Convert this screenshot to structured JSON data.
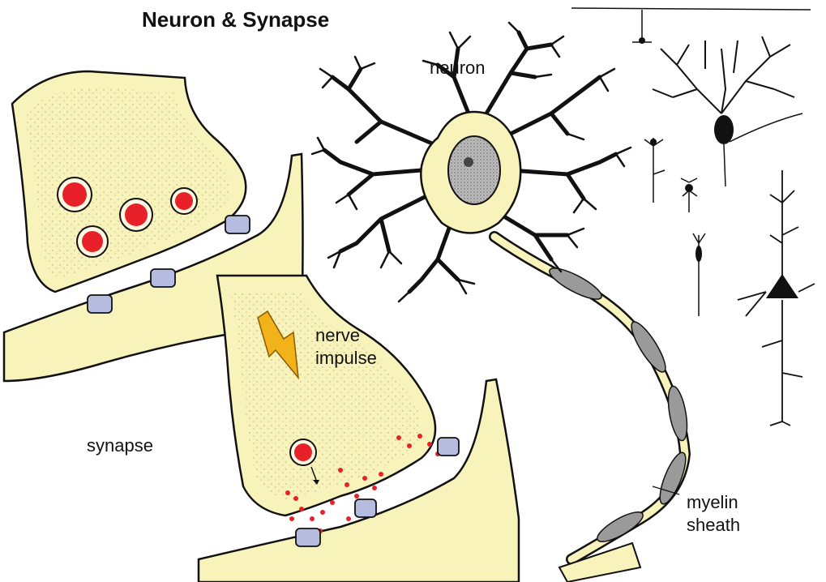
{
  "title": "Neuron & Synapse",
  "labels": {
    "neuron": "neuron",
    "synapse": "synapse",
    "nerve": "nerve",
    "impulse": "impulse",
    "myelin": "myelin",
    "sheath": "sheath"
  },
  "colors": {
    "cytoplasm": "#f8f2bb",
    "outline": "#111111",
    "vesicle": "#e8202a",
    "receptor": "#b6bbe0",
    "myelin": "#9a9a9a",
    "nucleus": "#b0b0b0",
    "impulse_arrow": "#f2b21a"
  }
}
